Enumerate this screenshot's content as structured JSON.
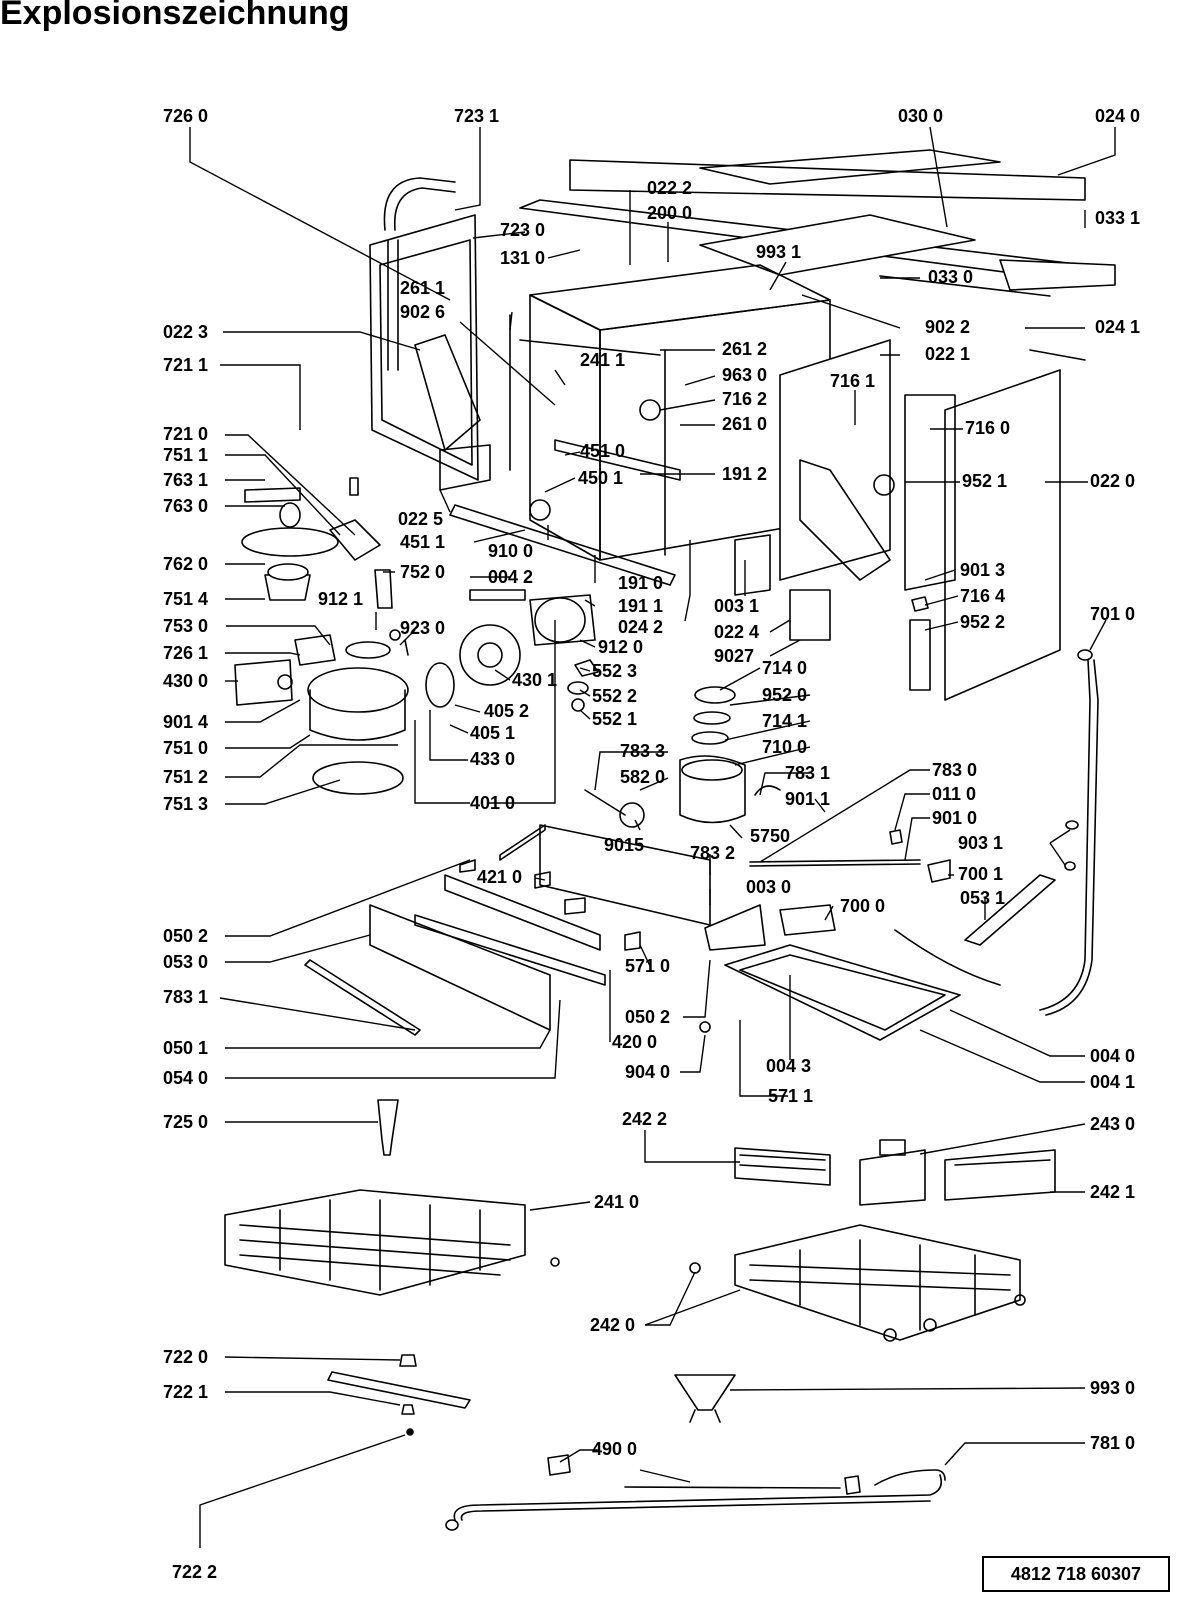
{
  "title": "Explosionszeichnung",
  "document_number": "4812 718 60307",
  "part_labels": [
    "726 0",
    "723 1",
    "030 0",
    "024 0",
    "022 2",
    "200 0",
    "723 0",
    "131 0",
    "993 1",
    "033 1",
    "033 0",
    "261 1",
    "902 6",
    "902 2",
    "024 1",
    "022 3",
    "261 2",
    "022 1",
    "721 1",
    "241 1",
    "963 0",
    "716 1",
    "716 2",
    "261 0",
    "716 0",
    "721 0",
    "451 0",
    "751 1",
    "191 2",
    "450 1",
    "763 1",
    "952 1",
    "022 0",
    "763 0",
    "022 5",
    "451 1",
    "910 0",
    "762 0",
    "752 0",
    "191 0",
    "004 2",
    "191 1",
    "003 1",
    "901 3",
    "751 4",
    "912 1",
    "716 4",
    "923 0",
    "024 2",
    "022 4",
    "952 2",
    "701 0",
    "753 0",
    "912 0",
    "9027",
    "726 1",
    "552 3",
    "714 0",
    "430 0",
    "430 1",
    "552 2",
    "952 0",
    "901 4",
    "405 2",
    "552 1",
    "714 1",
    "405 1",
    "751 0",
    "710 0",
    "783 3",
    "433 0",
    "751 2",
    "783 1",
    "783 0",
    "582 0",
    "901 1",
    "751 3",
    "401 0",
    "011 0",
    "5750",
    "901 0",
    "9015",
    "903 1",
    "783 2",
    "700 1",
    "421 0",
    "003 0",
    "053 1",
    "700 0",
    "050 2",
    "053 0",
    "571 0",
    "783 1",
    "050 2",
    "004 0",
    "050 1",
    "420 0",
    "004 3",
    "004 1",
    "054 0",
    "904 0",
    "571 1",
    "725 0",
    "242 2",
    "243 0",
    "242 1",
    "241 0",
    "242 0",
    "722 0",
    "993 0",
    "722 1",
    "490 0",
    "781 0",
    "722 2"
  ]
}
